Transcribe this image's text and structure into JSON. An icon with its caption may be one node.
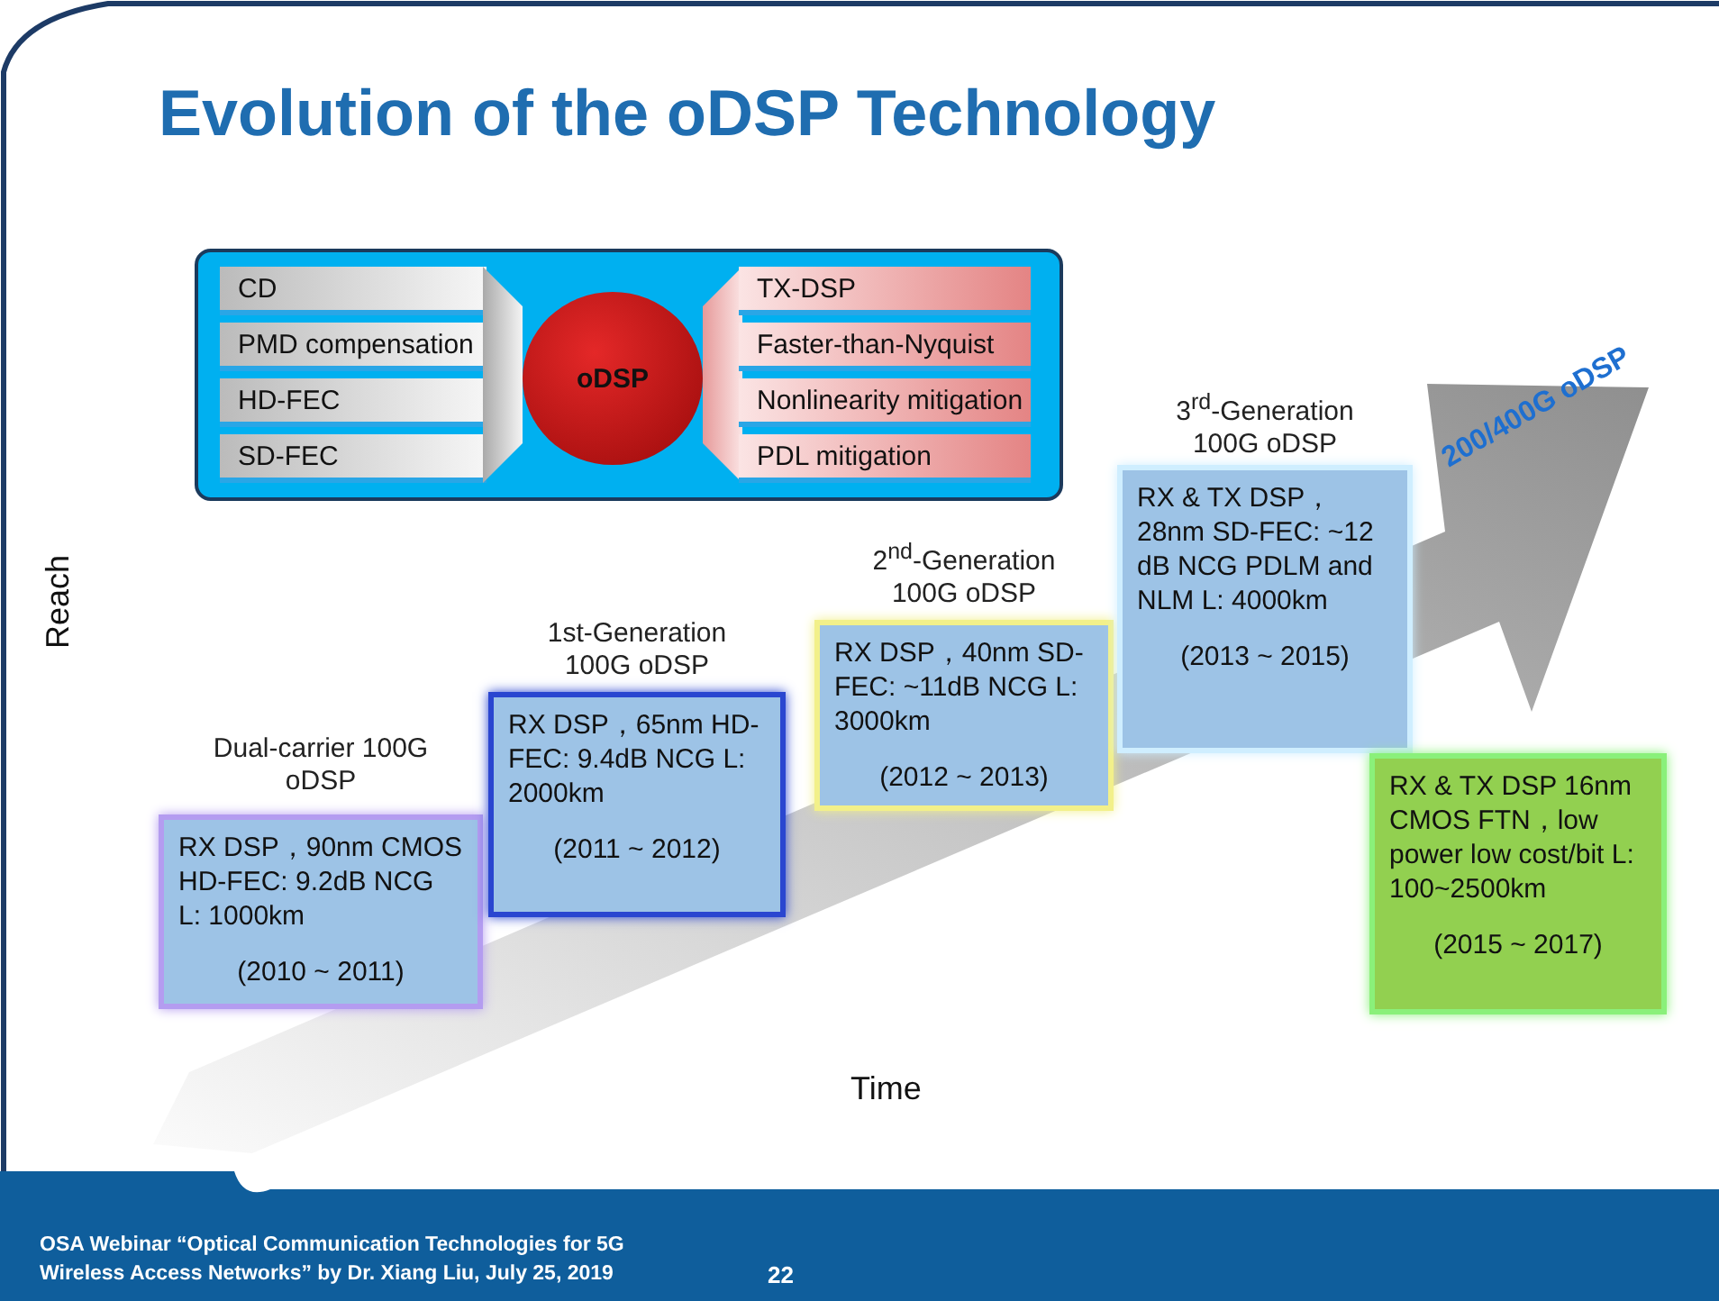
{
  "diagram": {
    "title": "Evolution of the oDSP Technology",
    "nodes": [
      {
        "text": [],
        "shape": "box"
      },
      {
        "text": [
          "CD"
        ],
        "in": 0
      },
      {
        "text": [
          "PMD compensation"
        ],
        "in": 0
      },
      {
        "text": [
          "HD-FEC"
        ],
        "in": 0
      },
      {
        "text": [
          "SD-FEC"
        ],
        "in": 0
      },
      {
        "text": [],
        "shape": "trapezoid",
        "in": 0
      },
      {
        "text": [
          "oDSP"
        ],
        "in": 0
      },
      {
        "text": [],
        "shape": "trapezoid",
        "in": 0
      },
      {
        "text": [
          "TX-DSP"
        ],
        "in": 0
      },
      {
        "text": [
          "Faster-than-Nyquist"
        ],
        "in": 0
      },
      {
        "text": [
          "Nonlinearity mitigation"
        ],
        "in": 0
      },
      {
        "text": [
          "PDL mitigation"
        ],
        "in": 0
      },
      {
        "text": [
          "200/400G oDSP"
        ]
      },
      {
        "text": [
          "Dual-carrier 100G oDSP",
          "RX DSP，90nm CMOS HD-FEC: 9.2dB NCG L: 1000km",
          "(2010 ~ 2011)"
        ]
      },
      {
        "text": [
          "1st-Generation 100G oDSP",
          "RX DSP，65nm HD-FEC: 9.4dB NCG L: 2000km",
          "(2011 ~ 2012)"
        ]
      },
      {
        "text": [
          "2$^{nd}$-Generation 100G oDSP",
          "RX DSP，40nm SD-FEC: ~11dB NCG L: 3000km",
          "(2012 ~ 2013)"
        ]
      },
      {
        "text": [
          "3$^{rd}$-Generation 100G oDSP",
          "RX & TX DSP， 28nm SD-FEC: ~12 dB NCG PDLM and NLM L: 4000km",
          "(2013 ~ 2015)"
        ]
      },
      {
        "text": [
          "RX & TX DSP 16nm CMOS FTN，low power low cost/bit L: 100~2500km",
          "(2015 ~ 2017)"
        ]
      }
    ],
    "labels": [
      "Reach",
      "Time",
      "OSA Webinar “Optical Communication Technologies for 5G Wireless Access Networks” by Dr. Xiang Liu, July 25, 2019",
      "22"
    ]
  }
}
